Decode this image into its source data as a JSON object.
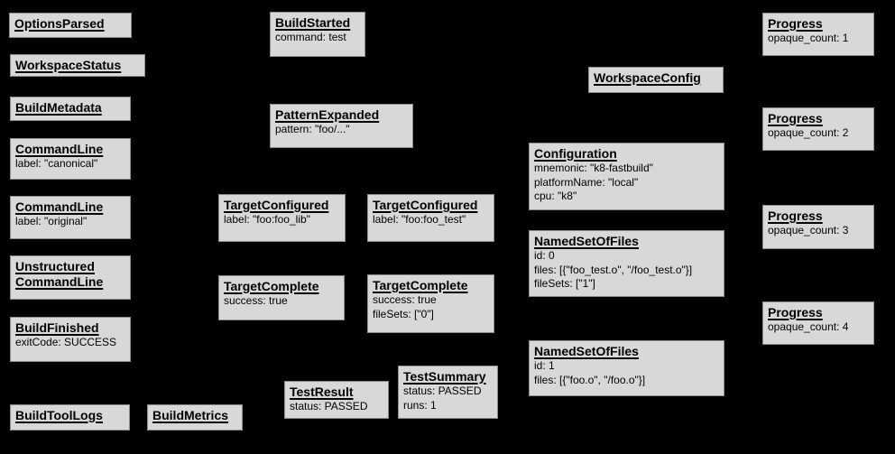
{
  "diagram": {
    "description": "Build event protocol diagram",
    "background_color": "#000000",
    "node_fill_color": "#d8d8d8",
    "node_border_color": "#8c8c8c",
    "node_text_color": "#000000"
  },
  "boxes": [
    {
      "title_lines": [
        "OptionsParsed"
      ],
      "body_lines": []
    },
    {
      "title_lines": [
        "WorkspaceStatus"
      ],
      "body_lines": []
    },
    {
      "title_lines": [
        "BuildMetadata"
      ],
      "body_lines": []
    },
    {
      "title_lines": [
        "CommandLine"
      ],
      "body_lines": [
        "label: \"canonical\""
      ]
    },
    {
      "title_lines": [
        "CommandLine"
      ],
      "body_lines": [
        "label: \"original\""
      ]
    },
    {
      "title_lines": [
        "Unstructured",
        "CommandLine"
      ],
      "body_lines": []
    },
    {
      "title_lines": [
        "BuildFinished"
      ],
      "body_lines": [
        "exitCode: SUCCESS"
      ]
    },
    {
      "title_lines": [
        "BuildToolLogs"
      ],
      "body_lines": []
    },
    {
      "title_lines": [
        "BuildMetrics"
      ],
      "body_lines": []
    },
    {
      "title_lines": [
        "BuildStarted"
      ],
      "body_lines": [
        "command: test"
      ]
    },
    {
      "title_lines": [
        "PatternExpanded"
      ],
      "body_lines": [
        "pattern: \"foo/...\""
      ]
    },
    {
      "title_lines": [
        "TargetConfigured"
      ],
      "body_lines": [
        "label: \"foo:foo_lib\""
      ]
    },
    {
      "title_lines": [
        "TargetConfigured"
      ],
      "body_lines": [
        "label: \"foo:foo_test\""
      ]
    },
    {
      "title_lines": [
        "TargetComplete"
      ],
      "body_lines": [
        "success: true"
      ]
    },
    {
      "title_lines": [
        "TargetComplete"
      ],
      "body_lines": [
        "success: true",
        "fileSets: [\"0\"]"
      ]
    },
    {
      "title_lines": [
        "TestResult"
      ],
      "body_lines": [
        "status: PASSED"
      ]
    },
    {
      "title_lines": [
        "TestSummary"
      ],
      "body_lines": [
        "status: PASSED",
        "runs: 1"
      ]
    },
    {
      "title_lines": [
        "WorkspaceConfig"
      ],
      "body_lines": []
    },
    {
      "title_lines": [
        "Configuration"
      ],
      "body_lines": [
        "mnemonic: \"k8-fastbuild\"",
        "platformName: \"local\"",
        "cpu: \"k8\""
      ]
    },
    {
      "title_lines": [
        "NamedSetOfFiles"
      ],
      "body_lines": [
        "id: 0",
        "files: [{\"foo_test.o\", \"/foo_test.o\"}]",
        "fileSets: [\"1\"]"
      ]
    },
    {
      "title_lines": [
        "NamedSetOfFiles"
      ],
      "body_lines": [
        "id: 1",
        "files: [{\"foo.o\", \"/foo.o\"}]"
      ]
    },
    {
      "title_lines": [
        "Progress"
      ],
      "body_lines": [
        "opaque_count: 1"
      ]
    },
    {
      "title_lines": [
        "Progress"
      ],
      "body_lines": [
        "opaque_count: 2"
      ]
    },
    {
      "title_lines": [
        "Progress"
      ],
      "body_lines": [
        "opaque_count: 3"
      ]
    },
    {
      "title_lines": [
        "Progress"
      ],
      "body_lines": [
        "opaque_count: 4"
      ]
    }
  ]
}
